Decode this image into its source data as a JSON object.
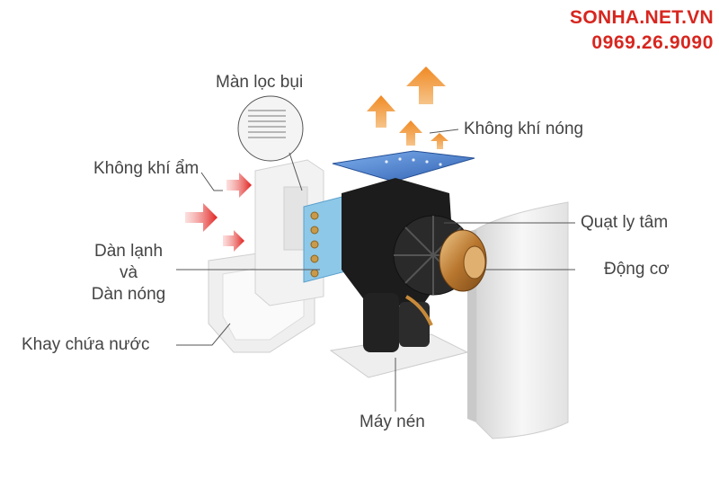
{
  "brand": {
    "site": "SONHA.NET.VN",
    "phone": "0969.26.9090",
    "accent": "#d7261f"
  },
  "labels": {
    "dust_filter": "Màn lọc bụi",
    "hot_air": "Không khí nóng",
    "humid_air": "Không khí ẩm",
    "coil_line1": "Dàn lạnh",
    "coil_line2": "và",
    "coil_line3": "Dàn nóng",
    "water_tray": "Khay chứa nước",
    "fan": "Quạt ly tâm",
    "motor": "Động cơ",
    "compressor": "Máy nén"
  },
  "colors": {
    "arrow_hot": "#f59a3a",
    "arrow_humid": "#e0201e",
    "coil": "#8ec8e8",
    "top_panel": "#4a7fd0",
    "fan_body": "#1c1c1c",
    "motor_brass": "#c8913e",
    "housing": "#eeeeee",
    "leader": "#555555"
  }
}
